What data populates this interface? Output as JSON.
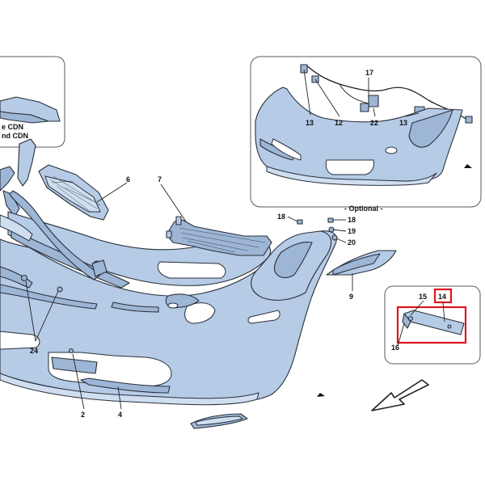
{
  "inset_top_left": {
    "lines": [
      "e CDN",
      "nd CDN"
    ]
  },
  "inset_optional": {
    "label": "- Optional -",
    "callouts": [
      "17",
      "13",
      "12",
      "22",
      "13"
    ]
  },
  "inset_bottom_right": {
    "callouts": [
      "15",
      "14",
      "16"
    ]
  },
  "callouts_main": [
    "6",
    "7",
    "18",
    "18",
    "19",
    "20",
    "9",
    "24",
    "2",
    "4"
  ],
  "highlight_color": "#e0141e",
  "part_color": "#b5cbe6"
}
